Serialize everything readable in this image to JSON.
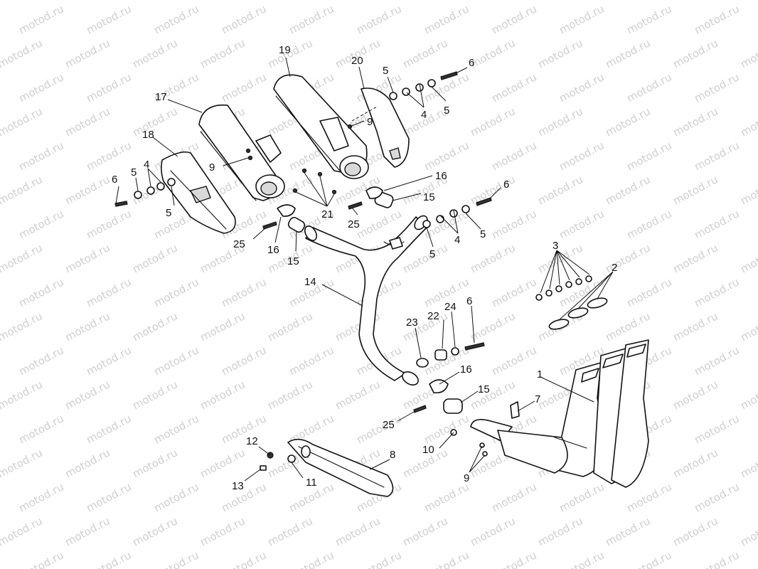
{
  "watermark": {
    "text": "motod.ru"
  },
  "callouts": {
    "c1": "1",
    "c2": "2",
    "c3": "3",
    "c4a": "4",
    "c4b": "4",
    "c4c": "4",
    "c5a": "5",
    "c5b": "5",
    "c5c": "5",
    "c5d": "5",
    "c5e": "5",
    "c5f": "5",
    "c6a": "6",
    "c6b": "6",
    "c6c": "6",
    "c6d": "6",
    "c7": "7",
    "c8": "8",
    "c9a": "9",
    "c9b": "9",
    "c9c": "9",
    "c10": "10",
    "c11": "11",
    "c12": "12",
    "c13": "13",
    "c14": "14",
    "c15a": "15",
    "c15b": "15",
    "c15c": "15",
    "c16a": "16",
    "c16b": "16",
    "c16c": "16",
    "c17": "17",
    "c18": "18",
    "c19": "19",
    "c20": "20",
    "c21": "21",
    "c22": "22",
    "c23": "23",
    "c24": "24",
    "c25a": "25",
    "c25b": "25",
    "c25c": "25"
  }
}
